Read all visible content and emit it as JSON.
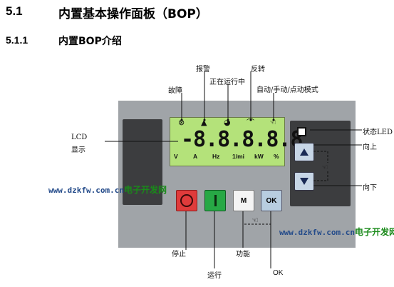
{
  "heading": {
    "section_number": "5.1",
    "section_title": "内置基本操作面板（BOP）",
    "subsection_number": "5.1.1",
    "subsection_title": "内置BOP介绍"
  },
  "callouts": {
    "fault": "故障",
    "alarm": "报警",
    "running": "正在运行中",
    "reverse": "反转",
    "mode": "自动/手动/点动模式",
    "lcd_line1": "LCD",
    "lcd_line2": "显示",
    "status_led": "状态LED",
    "up": "向上",
    "down": "向下",
    "stop": "停止",
    "run": "运行",
    "function": "功能",
    "ok": "OK"
  },
  "lcd": {
    "digits": "-8.8.8.8.8",
    "units": [
      "V",
      "A",
      "Hz",
      "1/mi",
      "kW",
      "%"
    ],
    "icons": [
      "fault-icon",
      "alarm-icon",
      "running-icon",
      "reverse-icon",
      "hand-mode-icon"
    ]
  },
  "buttons": {
    "stop": {
      "icon": "stop-ring-icon",
      "color": "#e03b3b"
    },
    "run": {
      "icon": "run-bar-icon",
      "color": "#27a845"
    },
    "function_label": "M",
    "ok_label": "OK",
    "up": {
      "icon": "triangle-up-icon"
    },
    "down": {
      "icon": "triangle-down-icon"
    }
  },
  "watermark": {
    "left_url": "www.dzkfw.com.cn",
    "left_name": "电子开发网",
    "right_url": "www.dzkfw.com.cn",
    "right_name": "电子开发网"
  },
  "colors": {
    "panel": "#a0a4a8",
    "panel_dark": "#3c3d3f",
    "lcd": "#b4e27a",
    "key_blue": "#c7d6e6"
  }
}
